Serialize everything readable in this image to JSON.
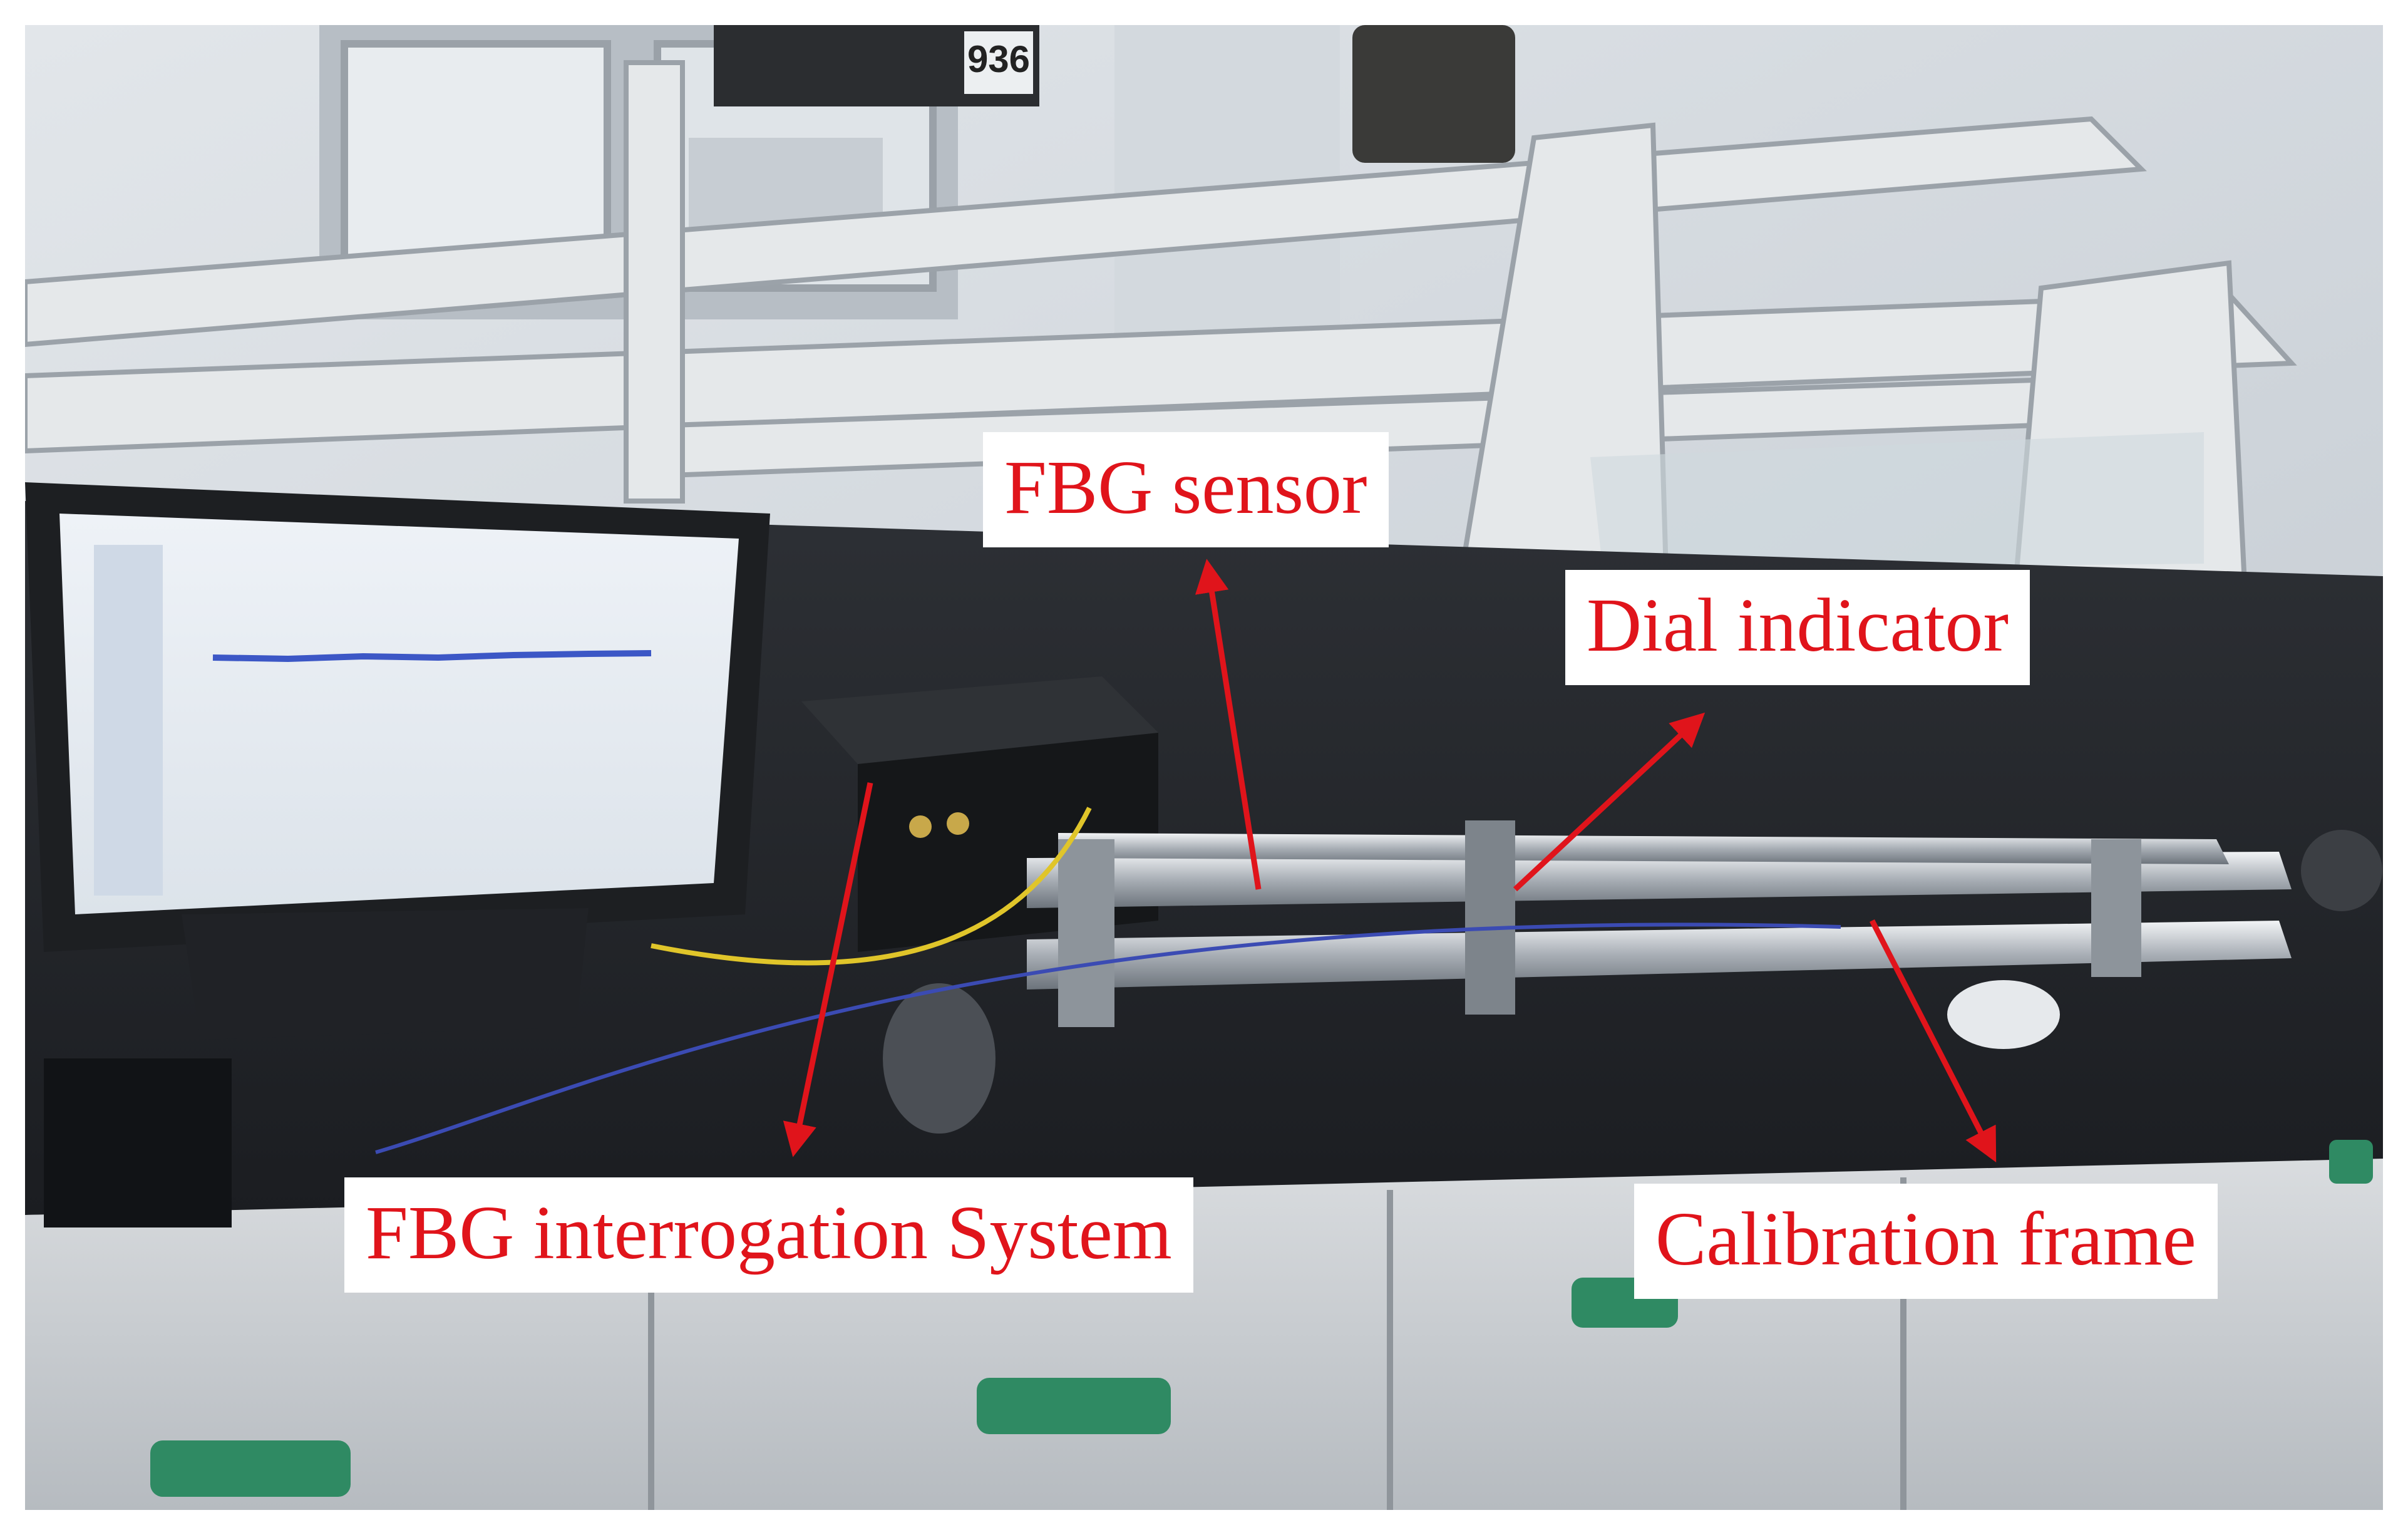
{
  "figure": {
    "annotation_color": "#e0141b",
    "callouts": [
      {
        "key": "fbg_sensor",
        "text": "FBG sensor"
      },
      {
        "key": "dial_indicator",
        "text": "Dial indicator"
      },
      {
        "key": "interrogation_system",
        "text": "FBG interrogation System"
      },
      {
        "key": "calibration_frame",
        "text": "Calibration frame"
      }
    ]
  },
  "photo": {
    "shelf_sign": "936"
  }
}
